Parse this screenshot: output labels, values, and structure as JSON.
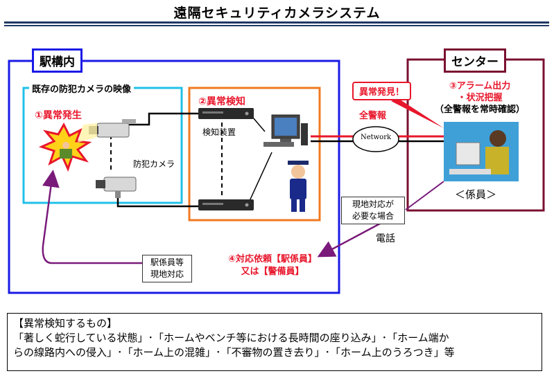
{
  "title": "遠隔セキュリティカメラシステム",
  "station": {
    "label": "駅構内",
    "camera_area_label": "既存の防犯カメラの映像",
    "incident_label": "①異常発生",
    "camera_label": "防犯カメラ",
    "detect_label": "②異常検知",
    "device_label": "検知装置",
    "request_line1": "④対応依頼【駅係員】",
    "request_line2": "又は【警備員】",
    "onsite_line1": "駅係員等",
    "onsite_line2": "現地対応"
  },
  "network": {
    "label": "Network",
    "alert_bubble": "異常発見！",
    "all_alert": "全警報"
  },
  "center": {
    "label": "センター",
    "alarm_line1": "③アラーム出力",
    "alarm_line2": "・状況把握",
    "alarm_line3": "（全警報を常時確認）",
    "staff_label": "＜係員＞",
    "need_line1": "現地対応が",
    "need_line2": "必要な場合",
    "phone_label": "電話"
  },
  "info": {
    "heading": "【異常検知するもの】",
    "line1": "「著しく蛇行している状態」･「ホームやベンチ等における長時間の座り込み」･「ホーム端か",
    "line2": "らの線路内への侵入」･「ホーム上の混雑」･「不審物の置き去り」･「ホーム上のうろつき」等"
  },
  "colors": {
    "station_border": "#1a1ae6",
    "camera_area_border": "#20c0e8",
    "detect_border": "#f07a20",
    "center_border": "#7a1030",
    "request_arrow": "#7a1a7a",
    "alert_red": "#e8162b"
  }
}
